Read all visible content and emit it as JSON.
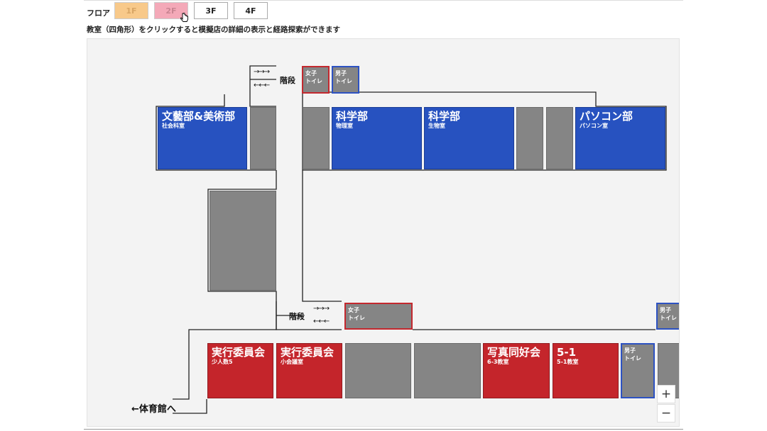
{
  "floor_selector": {
    "label": "フロア",
    "buttons": [
      "1F",
      "2F",
      "3F",
      "4F"
    ]
  },
  "instruction": "教室（四角形）をクリックすると模擬店の詳細の表示と経路探索ができます",
  "map": {
    "stairs_label": "階段",
    "arrows_right": "→→→",
    "arrows_left": "←←←",
    "exit_label": "←体育館へ",
    "rooms": {
      "bungei": {
        "name": "文藝部&美術部",
        "sub": "社会科室"
      },
      "kagaku1": {
        "name": "科学部",
        "sub": "物理室"
      },
      "kagaku2": {
        "name": "科学部",
        "sub": "生物室"
      },
      "pc": {
        "name": "パソコン部",
        "sub": "パソコン室"
      },
      "jikko1": {
        "name": "実行委員会",
        "sub": "少人数5"
      },
      "jikko2": {
        "name": "実行委員会",
        "sub": "小会議室"
      },
      "shashin": {
        "name": "写真同好会",
        "sub": "6-3教室"
      },
      "c51": {
        "name": "5-1",
        "sub": "5-1教室"
      }
    },
    "toilets": {
      "women": "女子",
      "men": "男子",
      "toilet": "トイレ"
    },
    "zoom_in": "+",
    "zoom_out": "−"
  },
  "colors": {
    "exhibit_blue": "#2752c0",
    "exhibit_red": "#c4252b",
    "room_gray": "#858585",
    "floor_1f": "#f8c98a",
    "floor_2f": "#f4a9b8"
  }
}
